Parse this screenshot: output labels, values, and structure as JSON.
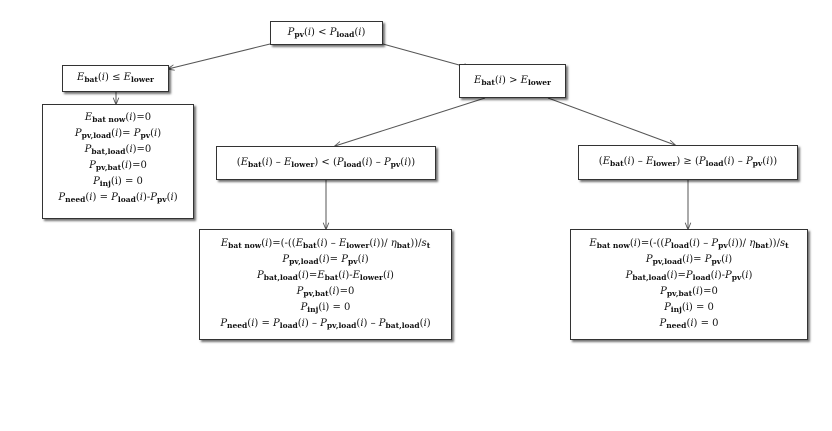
{
  "nodes": {
    "root": "Ppv(i) < Pload(i)",
    "left": "Ebat(i) ≤ Elower",
    "right": "Ebat(i) > Elower",
    "middle": "(Ebat(i) - Elower) < (Pload(i) - Ppv(i))",
    "far_right": "(Ebat(i) - Elower) ≥ (Pload(i) - Ppv(i))"
  },
  "boxes": {
    "left_result": [
      "Ebat now(i)=0",
      "Ppv,load(i)= Ppv(i)",
      "Pbat,load(i)=0",
      "Ppv,bat(i)=0",
      "Pinj(i) = 0",
      "Pneed(i) = Pload(i)-Ppv(i)"
    ],
    "middle_result": [
      "Ebat now(i)=(-((Ebat(i) - Elower(i))/ ηbat))/st",
      "Ppv,load(i)= Ppv(i)",
      "Pbat,load(i)=Ebat(i)-Elower(i)",
      "Ppv,bat(i)=0",
      "Pinj(i) = 0",
      "Pneed(i) = Pload(i) - Ppv,load(i) - Pbat,load(i)"
    ],
    "right_result": [
      "Ebat now(i)=(-((Pload(i) - Ppv(i))/ ηbat))/st",
      "Ppv,load(i)= Ppv(i)",
      "Pbat,load(i)=Pload(i)-Ppv(i)",
      "Ppv,bat(i)=0",
      "Pinj(i) = 0",
      "Pneed(i) = 0"
    ]
  }
}
